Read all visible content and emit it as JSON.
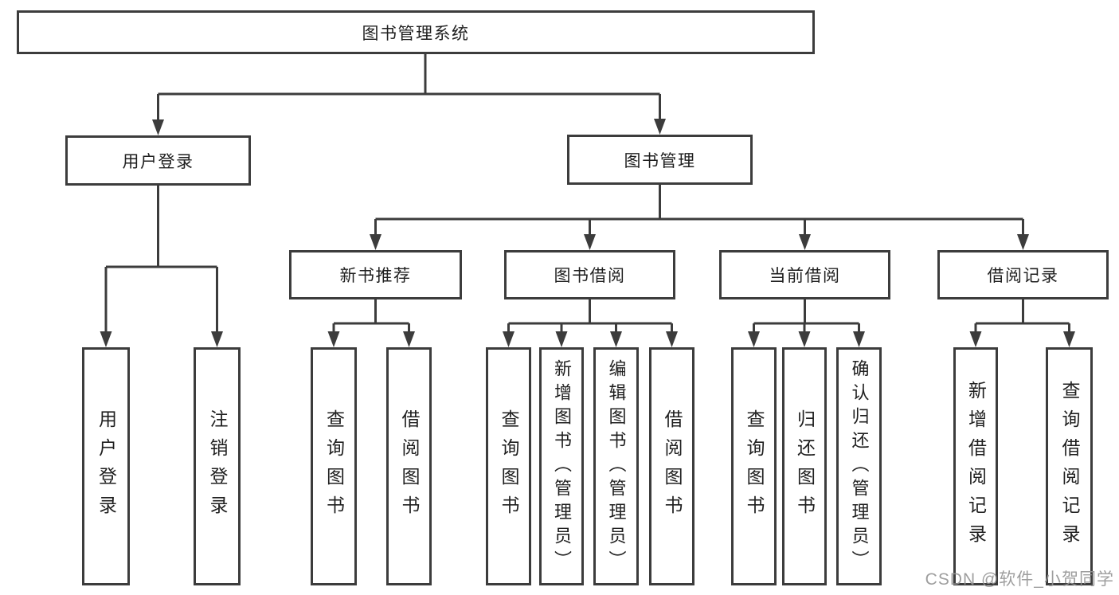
{
  "diagram": {
    "root": {
      "label": "图书管理系统"
    },
    "branches": [
      {
        "label": "用户登录",
        "leaves": [
          {
            "label": "用户登录"
          },
          {
            "label": "注销登录"
          }
        ]
      },
      {
        "label": "图书管理",
        "groups": [
          {
            "label": "新书推荐",
            "leaves": [
              {
                "label": "查询图书"
              },
              {
                "label": "借阅图书"
              }
            ]
          },
          {
            "label": "图书借阅",
            "leaves": [
              {
                "label": "查询图书"
              },
              {
                "label": "新增图书（管理员）"
              },
              {
                "label": "编辑图书（管理员）"
              },
              {
                "label": "借阅图书"
              }
            ]
          },
          {
            "label": "当前借阅",
            "leaves": [
              {
                "label": "查询图书"
              },
              {
                "label": "归还图书"
              },
              {
                "label": "确认归还（管理员）"
              }
            ]
          },
          {
            "label": "借阅记录",
            "leaves": [
              {
                "label": "新增借阅记录"
              },
              {
                "label": "查询借阅记录"
              }
            ]
          }
        ]
      }
    ]
  },
  "watermark": {
    "text": "CSDN @软件_小贺同学"
  },
  "colors": {
    "line": "#3c3c3c",
    "text": "#1f1f1f",
    "watermark": "#949494",
    "background": "#ffffff"
  }
}
